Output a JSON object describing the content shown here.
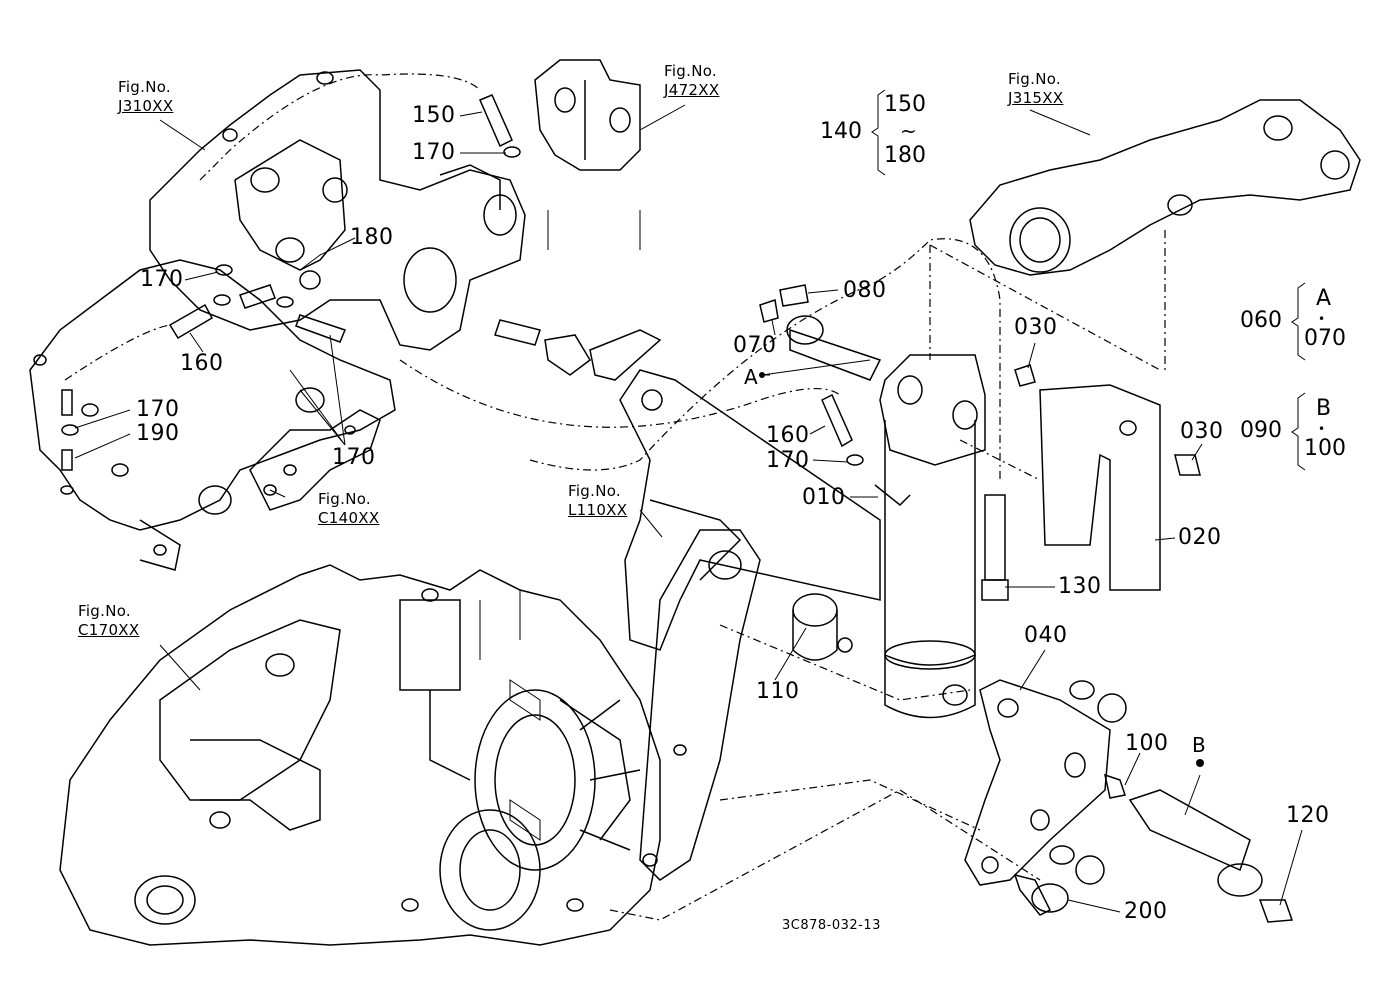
{
  "drawing_number": "3C878-032-13",
  "figure_refs": [
    {
      "prefix": "Fig.No.",
      "code": "J310XX"
    },
    {
      "prefix": "Fig.No.",
      "code": "J472XX"
    },
    {
      "prefix": "Fig.No.",
      "code": "J315XX"
    },
    {
      "prefix": "Fig.No.",
      "code": "C140XX"
    },
    {
      "prefix": "Fig.No.",
      "code": "L110XX"
    },
    {
      "prefix": "Fig.No.",
      "code": "C170XX"
    }
  ],
  "part_labels": [
    "150",
    "170",
    "180",
    "170",
    "160",
    "170",
    "190",
    "170",
    "080",
    "070",
    "160",
    "170",
    "010",
    "110",
    "030",
    "030",
    "020",
    "130",
    "040",
    "100",
    "120",
    "200"
  ],
  "letter_markers": [
    "A",
    "B"
  ],
  "groups": [
    {
      "label": "140",
      "top": "150",
      "sep": "~",
      "bottom": "180"
    },
    {
      "label": "060",
      "top": "A",
      "sep": "•",
      "bottom": "070"
    },
    {
      "label": "090",
      "top": "B",
      "sep": "•",
      "bottom": "100"
    }
  ]
}
